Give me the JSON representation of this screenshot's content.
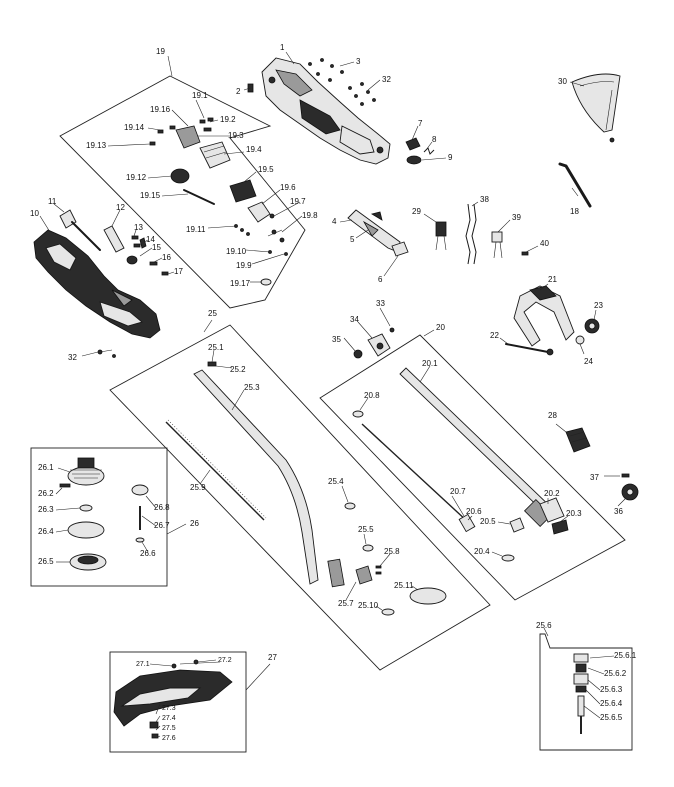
{
  "labels": {
    "l1": "1",
    "l2": "2",
    "l3": "3",
    "l32a": "32",
    "l7": "7",
    "l8": "8",
    "l9": "9",
    "l30": "30",
    "l18": "18",
    "l19": "19",
    "l19_1": "19.1",
    "l19_16": "19.16",
    "l19_2": "19.2",
    "l19_14": "19.14",
    "l19_3": "19.3",
    "l19_13": "19.13",
    "l19_4": "19.4",
    "l19_12": "19.12",
    "l19_5": "19.5",
    "l19_15": "19.15",
    "l19_6": "19.6",
    "l19_7": "19.7",
    "l19_8": "19.8",
    "l19_11": "19.11",
    "l19_10": "19.10",
    "l19_9": "19.9",
    "l19_17": "19.17",
    "l10": "10",
    "l11": "11",
    "l12": "12",
    "l13": "13",
    "l14": "14",
    "l15": "15",
    "l16": "16",
    "l17": "17",
    "l4": "4",
    "l5": "5",
    "l6": "6",
    "l29": "29",
    "l38": "38",
    "l39": "39",
    "l40": "40",
    "l21": "21",
    "l22": "22",
    "l23": "23",
    "l24": "24",
    "l32b": "32",
    "l25": "25",
    "l25_1": "25.1",
    "l25_2": "25.2",
    "l25_3": "25.3",
    "l33": "33",
    "l34": "34",
    "l35": "35",
    "l20": "20",
    "l20_1": "20.1",
    "l20_8": "20.8",
    "l28": "28",
    "l37": "37",
    "l36": "36",
    "l25_9": "25.9",
    "l25_4": "25.4",
    "l20_7": "20.7",
    "l20_6": "20.6",
    "l20_2": "20.2",
    "l20_5": "20.5",
    "l20_3": "20.3",
    "l20_4": "20.4",
    "l25_5": "25.5",
    "l25_8": "25.8",
    "l25_11": "25.11",
    "l25_7": "25.7",
    "l25_10": "25.10",
    "l26_1": "26.1",
    "l26_2": "26.2",
    "l26_3": "26.3",
    "l26_4": "26.4",
    "l26_5": "26.5",
    "l26_8": "26.8",
    "l26_7": "26.7",
    "l26_6": "26.6",
    "l26": "26",
    "l27": "27",
    "l27_1": "27.1",
    "l27_2": "27.2",
    "l27_3": "27.3",
    "l27_4": "27.4",
    "l27_5": "27.5",
    "l27_6": "27.6",
    "l25_6": "25.6",
    "l25_6_1": "25.6.1",
    "l25_6_2": "25.6.2",
    "l25_6_3": "25.6.3",
    "l25_6_4": "25.6.4",
    "l25_6_5": "25.6.5"
  }
}
